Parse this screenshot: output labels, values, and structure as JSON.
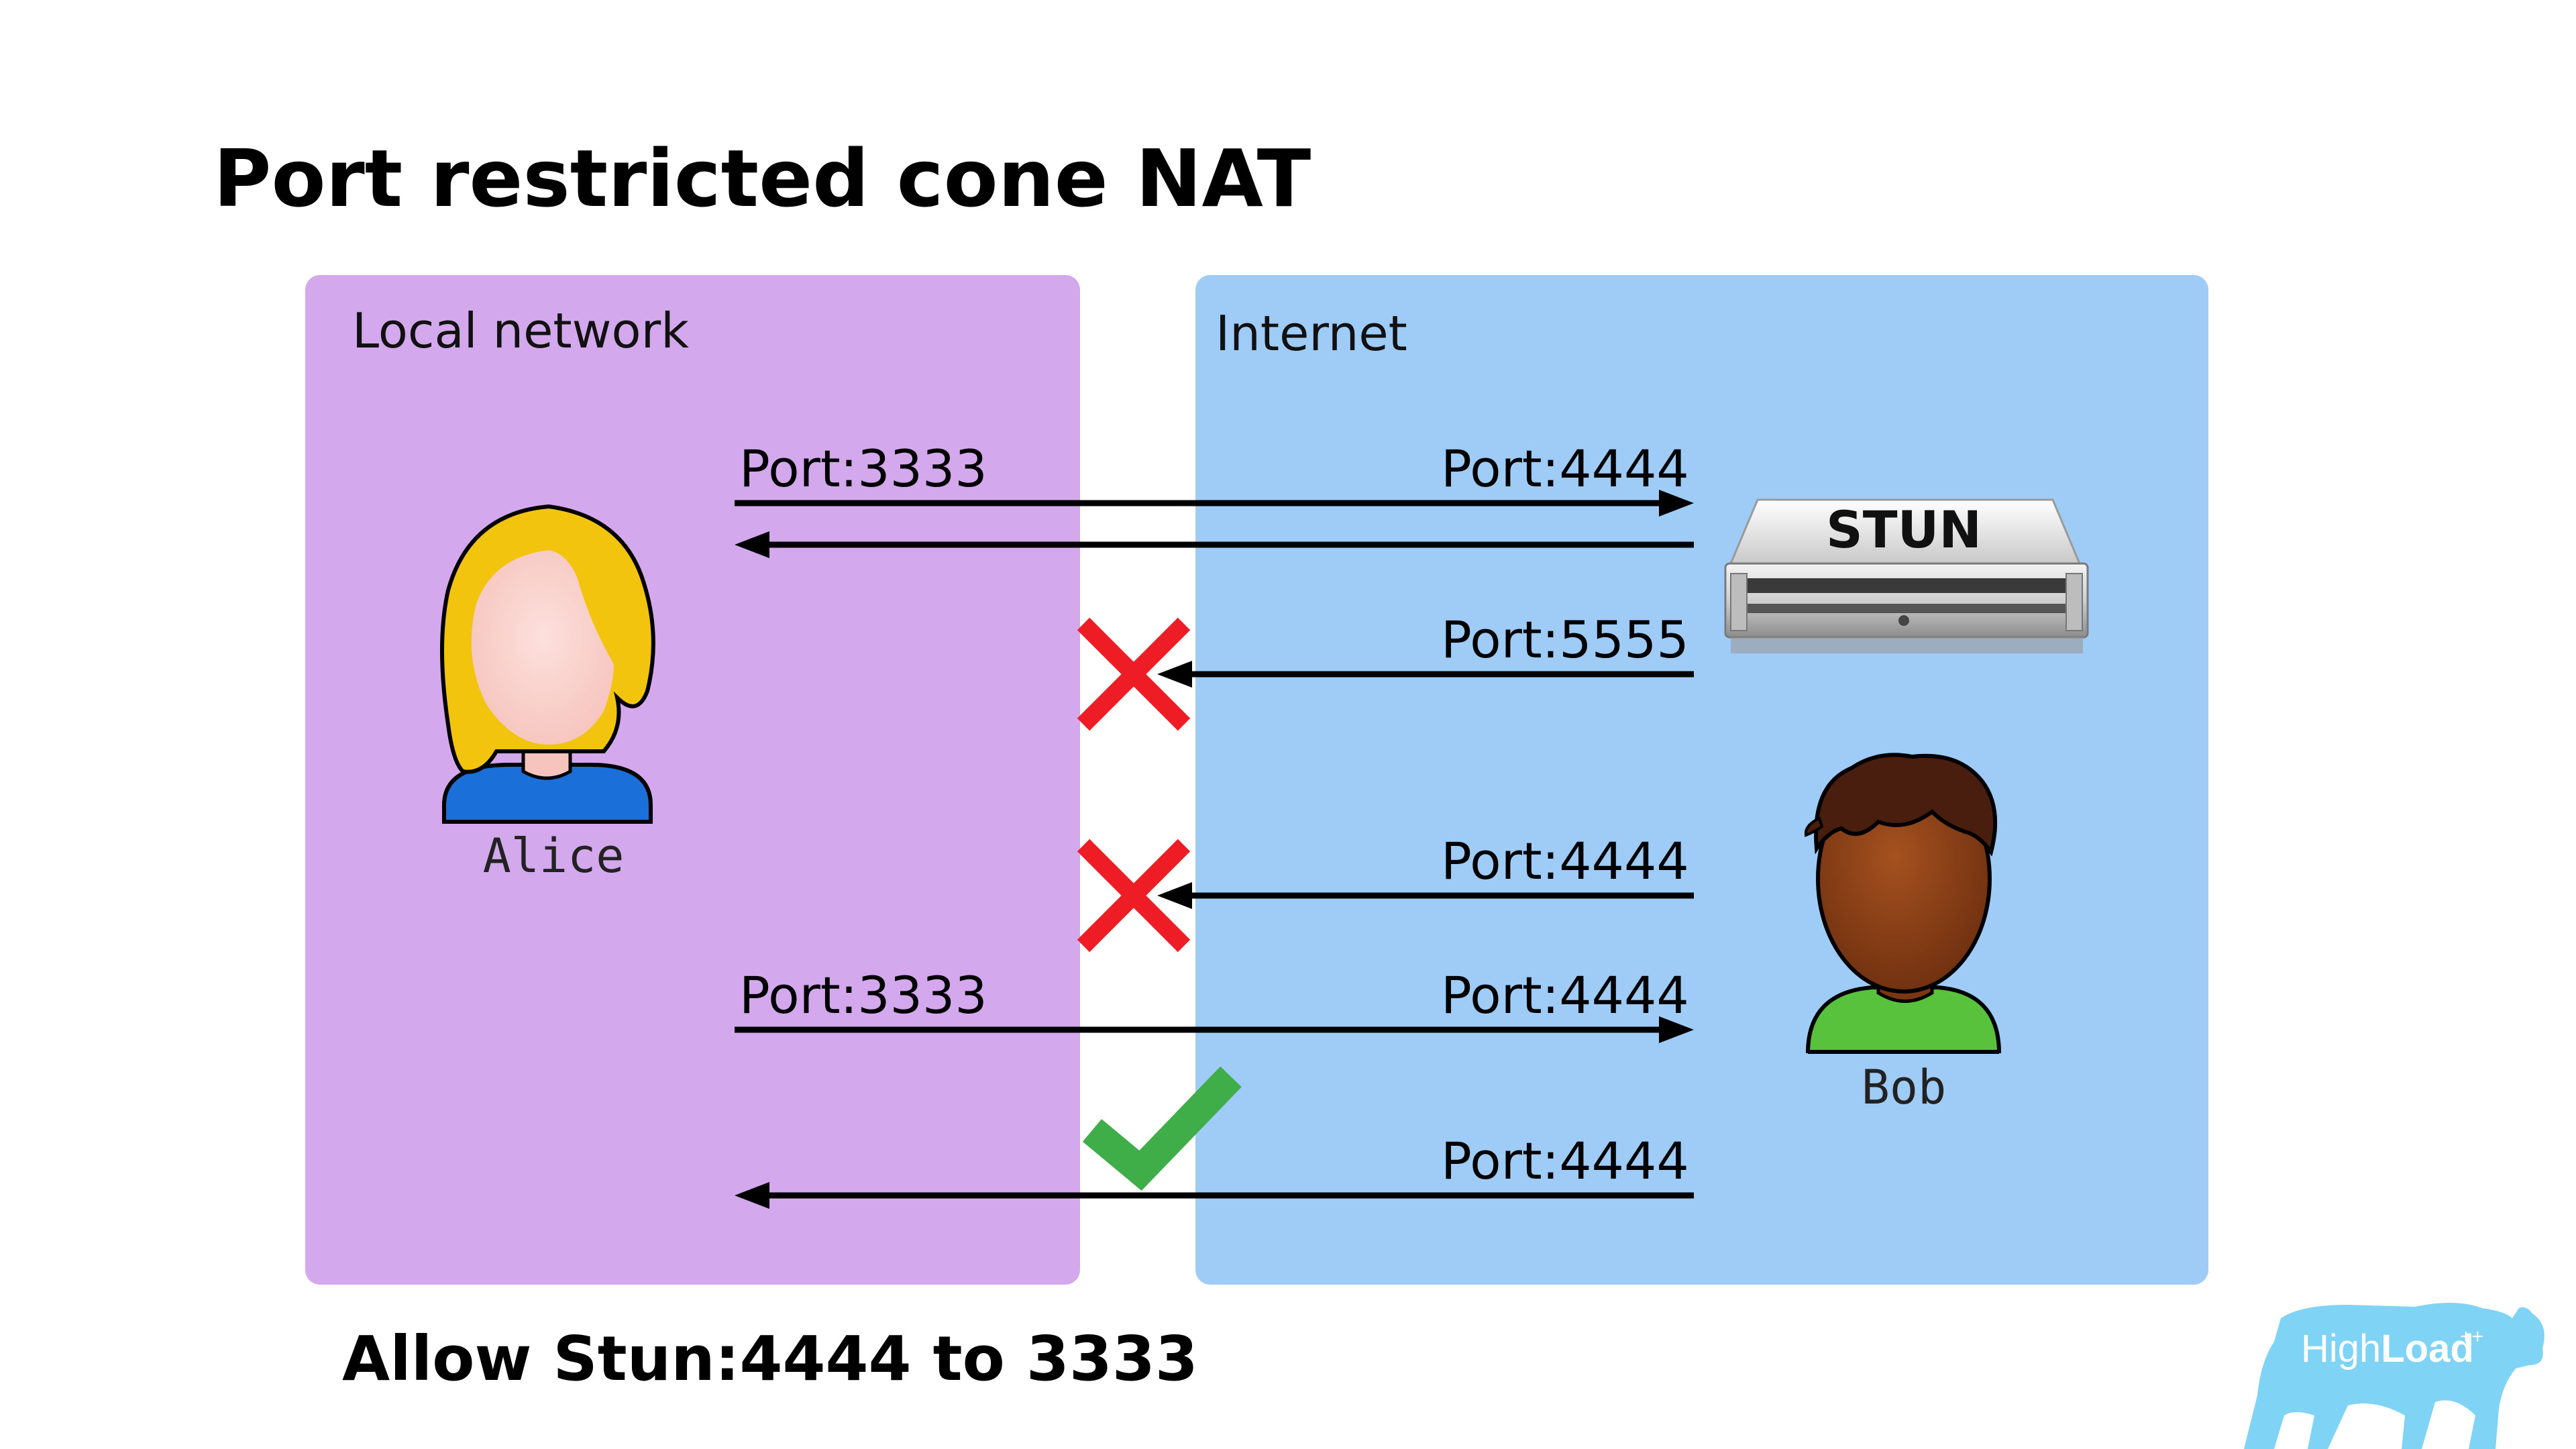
{
  "title": "Port restricted cone NAT",
  "panels": {
    "local": {
      "label": "Local network",
      "color": "#d3a8ec"
    },
    "internet": {
      "label": "Internet",
      "color": "#9fcbf7"
    }
  },
  "actors": {
    "alice": {
      "name": "Alice"
    },
    "bob": {
      "name": "Bob"
    },
    "stun": {
      "label": "STUN"
    }
  },
  "arrows": [
    {
      "left_label": "Port:3333",
      "right_label": "Port:4444",
      "direction": "right",
      "status": "none"
    },
    {
      "left_label": "",
      "right_label": "",
      "direction": "left",
      "status": "none"
    },
    {
      "left_label": "",
      "right_label": "Port:5555",
      "direction": "left",
      "status": "blocked"
    },
    {
      "left_label": "",
      "right_label": "Port:4444",
      "direction": "left",
      "status": "blocked"
    },
    {
      "left_label": "Port:3333",
      "right_label": "Port:4444",
      "direction": "right",
      "status": "none"
    },
    {
      "left_label": "",
      "right_label": "Port:4444",
      "direction": "left",
      "status": "allowed"
    }
  ],
  "footer": "Allow Stun:4444 to 3333",
  "logo": {
    "text_light": "High",
    "text_bold": "Load",
    "superscript": "++"
  },
  "colors": {
    "blocked": "#ee1c24",
    "allowed": "#3fae49",
    "alice_hair": "#f2c40d",
    "alice_shirt": "#1b6fd9",
    "bob_skin": "#8a3d14",
    "bob_hair": "#4a1e0e",
    "bob_shirt": "#59c23c",
    "logo_bear": "#7fd3f5"
  }
}
